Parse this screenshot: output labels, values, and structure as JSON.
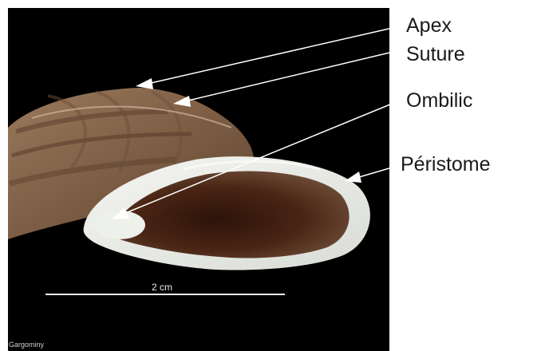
{
  "labels": {
    "apex": "Apex",
    "suture": "Suture",
    "ombilic": "Ombilic",
    "peristome": "Péristome"
  },
  "scale_bar": {
    "text": "2 cm"
  },
  "credit": "Gargominy",
  "colors": {
    "background": "#000000",
    "shell_brown": "#8a6a4f",
    "lip_white": "#e9ece8",
    "aperture_dark": "#3b1e12",
    "pointer": "#ffffff"
  }
}
